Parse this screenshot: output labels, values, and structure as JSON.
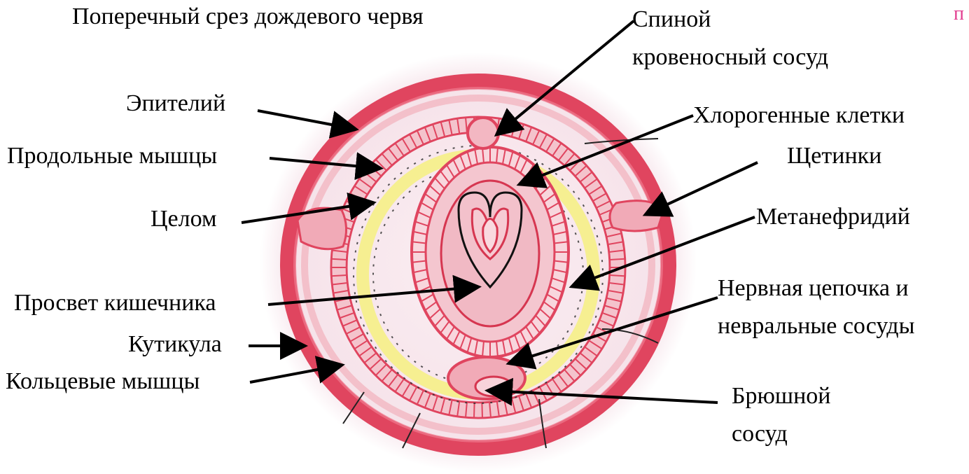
{
  "title": "Поперечный срез дождевого червя",
  "corner_mark": "п",
  "labels": {
    "dorsal_vessel_1": "Спиной",
    "dorsal_vessel_2": "кровеносный сосуд",
    "epithelium": "Эпителий",
    "chloragogen": "Хлорогенные клетки",
    "longitudinal_muscles": "Продольные мышцы",
    "setae": "Щетинки",
    "coelom": "Целом",
    "metanephridium": "Метанефридий",
    "gut_lumen": "Просвет кишечника",
    "nerve_cord_1": "Нервная цепочка и",
    "nerve_cord_2": "невральные сосуды",
    "cuticle": "Кутикула",
    "circular_muscles": "Кольцевые мышцы",
    "ventral_vessel_1": "Брюшной",
    "ventral_vessel_2": "сосуд"
  },
  "colors": {
    "muscle_red": "#e0455f",
    "muscle_pink": "#f3b7c2",
    "coelom_yellow": "#f6ef8c",
    "gut_pink": "#f1c3cc",
    "arrow": "#000000"
  }
}
